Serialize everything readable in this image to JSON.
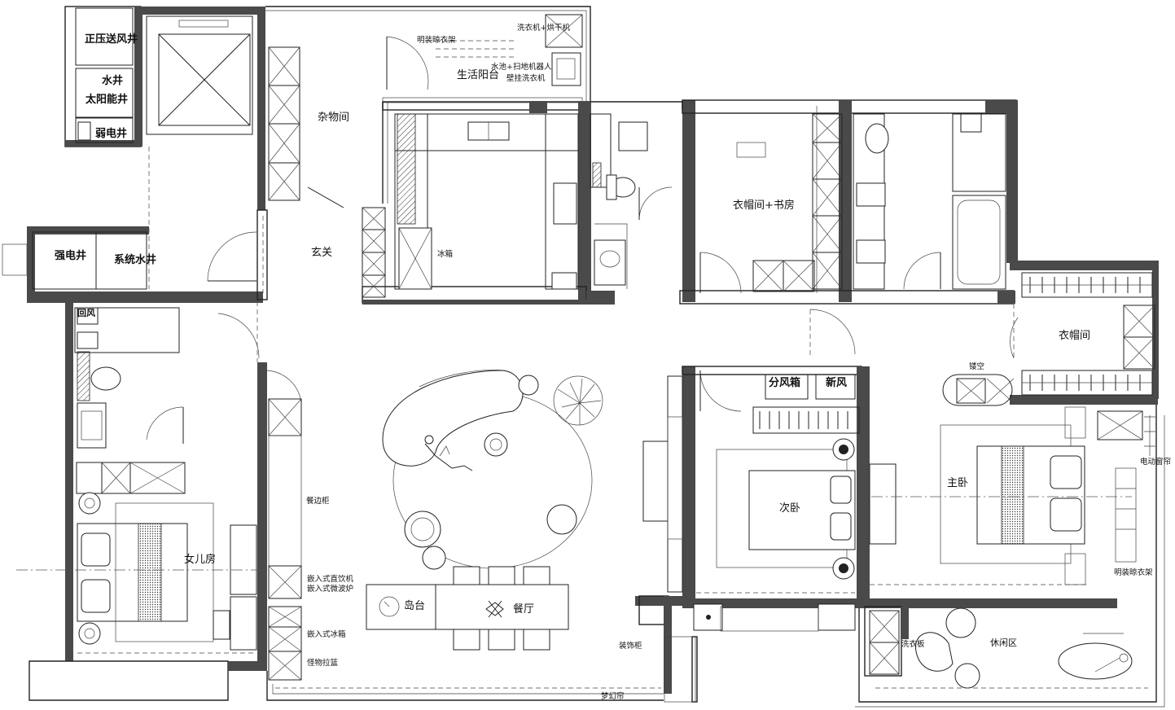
{
  "rooms": {
    "pressure_shaft": "正压送风井",
    "water_shaft": "水井",
    "solar_shaft": "太阳能井",
    "weak_elec_shaft": "弱电井",
    "strong_elec_shaft": "强电井",
    "system_water_shaft": "系统水井",
    "storage": "杂物间",
    "entrance": "玄关",
    "utility_balcony": "生活阳台",
    "cloak_study": "衣帽间+书房",
    "cloakroom": "衣帽间",
    "second_bedroom": "次卧",
    "master_bedroom": "主卧",
    "daughter_room": "女儿房",
    "dining": "餐厅",
    "island": "岛台",
    "leisure": "休闲区",
    "air_dist_box": "分风箱",
    "fresh_air": "新风",
    "return_air": "回风"
  },
  "annotations": {
    "exposed_rack_top": "明装晾衣架",
    "washer_dryer": "洗衣机+烘干机",
    "sink_robot": "水池+扫地机器人",
    "wall_washer": "壁挂洗衣机",
    "fridge": "冰箱",
    "sideboard": "餐边柜",
    "water_dispenser": "嵌入式直饮机",
    "microwave": "嵌入式微波炉",
    "built_in_fridge": "嵌入式冰箱",
    "basket": "怪物拉篮",
    "deco_cabinet": "装饰柜",
    "dream_curtain": "梦幻帘",
    "hollow": "镂空",
    "electric_curtain": "电动窗帘",
    "exposed_rack_right": "明装晾衣架",
    "washbasin": "洗衣板"
  }
}
